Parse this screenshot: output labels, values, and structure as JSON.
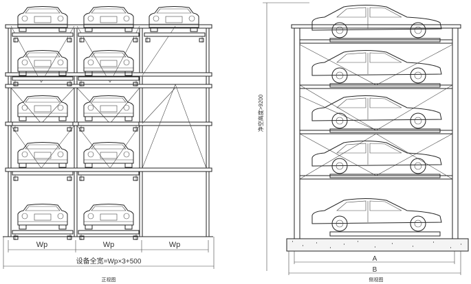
{
  "front_view": {
    "title": "正视图",
    "bay_labels": [
      "Wp",
      "Wp",
      "Wp"
    ],
    "total_width_label": "设备全宽=Wp×3+500"
  },
  "side_view": {
    "title": "侧视图",
    "height_label": "净空高度>9200",
    "dim_a": "A",
    "dim_b": "B"
  }
}
